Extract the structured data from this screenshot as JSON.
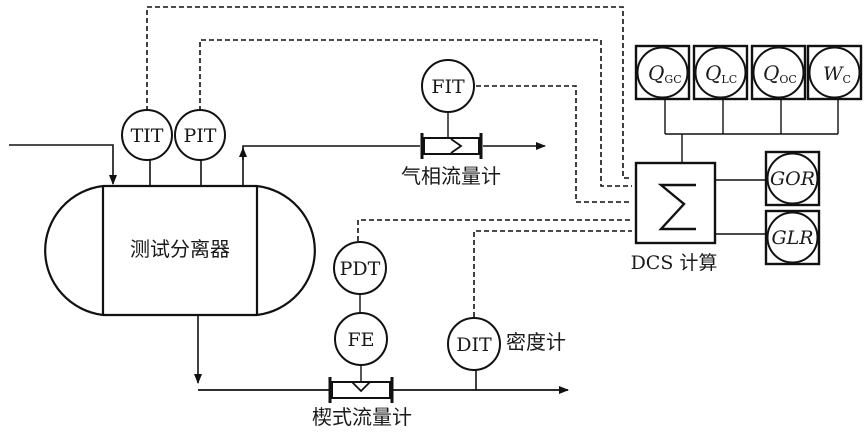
{
  "title": "测试分离器计量流程示意图",
  "vessel": {
    "label": "测试分离器"
  },
  "instruments": {
    "tit": "TIT",
    "pit": "PIT",
    "fit": "FIT",
    "pdt": "PDT",
    "fe": "FE",
    "dit": "DIT"
  },
  "meters": {
    "gas_flowmeter": "气相流量计",
    "wedge_flowmeter": "楔式流量计",
    "density_meter": "密度计"
  },
  "dcs": {
    "label": "DCS 计算",
    "symbol": "Σ"
  },
  "outputs": {
    "qgc": {
      "main": "Q",
      "sub": "GC"
    },
    "qlc": {
      "main": "Q",
      "sub": "LC"
    },
    "qoc": {
      "main": "Q",
      "sub": "OC"
    },
    "wc": {
      "main": "W",
      "sub": "C"
    },
    "gor": "GOR",
    "glr": "GLR"
  },
  "colors": {
    "line": "#111111",
    "background": "#ffffff"
  }
}
